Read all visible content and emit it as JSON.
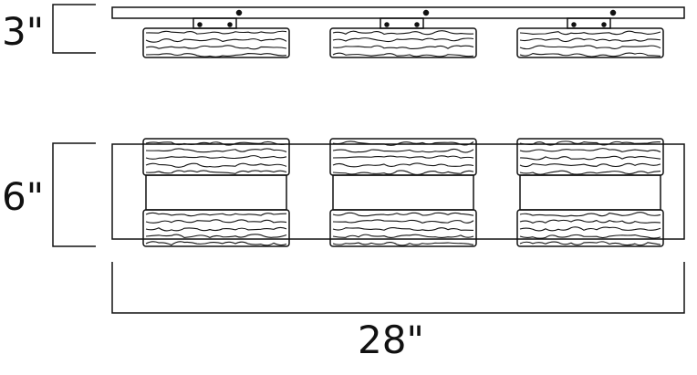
{
  "dimensions": {
    "depth": "3\"",
    "height": "6\"",
    "width": "28\""
  },
  "colors": {
    "line": "#111111",
    "background": "#ffffff"
  },
  "fixture": {
    "shade_count": 3
  }
}
